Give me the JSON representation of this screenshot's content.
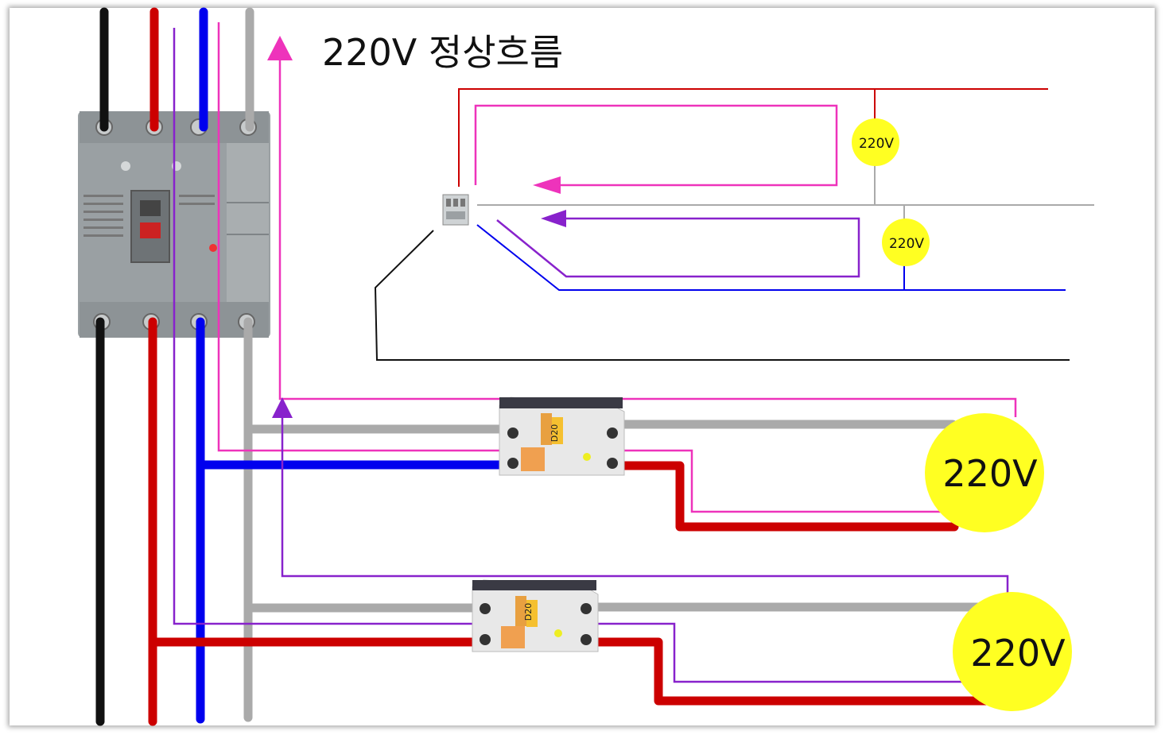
{
  "title": "220V 정상흐름",
  "loads": {
    "top_upper": "220V",
    "top_lower": "220V",
    "big_1": "220V",
    "big_2": "220V"
  },
  "breaker_label": "D20",
  "colors": {
    "black": "#111111",
    "red": "#cc0000",
    "blue": "#0000ee",
    "gray": "#aaaaaa",
    "pink": "#ee33bb",
    "purple": "#8822cc",
    "load_fill": "#ffff22"
  }
}
